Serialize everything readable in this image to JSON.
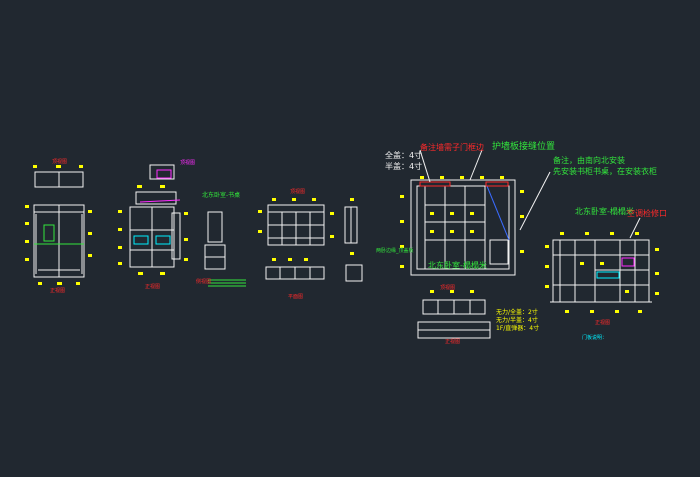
{
  "colors": {
    "background": "#212830",
    "line": "#f2f2f2",
    "dimension": "#ffff00",
    "annotation_green": "#32e63c",
    "annotation_red": "#ff2a2a",
    "annotation_magenta": "#ff2cff",
    "annotation_blue": "#3a6bff"
  },
  "annotations": {
    "full_cover": "全盖：4寸",
    "half_cover": "半盖：4寸",
    "note_door_frame": "备注墙需子门框边",
    "panel_seam": "护墙板接缝位置",
    "note_install_1": "备注，由南向北安装",
    "note_install_2": "先安装书柜书桌，在安装衣柜",
    "north_east_bedroom_tatami": "北东卧室-榻榻米",
    "north_east_bedroom_tatami_plan": "北东卧室-榻榻米",
    "ac_hole": "空调检修口",
    "north_east_bedroom_desk": "北东卧室-书桌",
    "room_note": "两卧边缘_顶盖板",
    "hinge_full": "无力/全盖：2寸",
    "hinge_half": "无力/半盖：4寸",
    "hinge_inner": "1F/直弹器：4寸",
    "door_panel_note": "门板说明："
  },
  "small_labels": {
    "top_view": "顶视图",
    "front_view": "正视图",
    "side_view": "侧视图",
    "plan_view": "平面图"
  }
}
